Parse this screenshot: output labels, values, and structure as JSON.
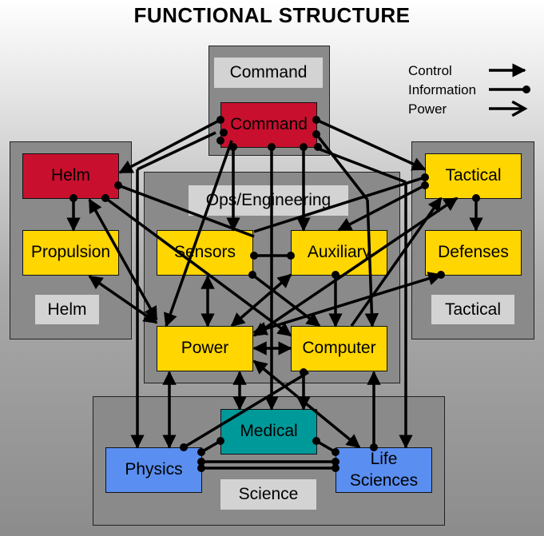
{
  "title": "FUNCTIONAL STRUCTURE",
  "groups": {
    "command": "Command",
    "helm": "Helm",
    "tactical": "Tactical",
    "ops": "Ops/Engineering",
    "science": "Science"
  },
  "nodes": {
    "command": "Command",
    "helm": "Helm",
    "propulsion": "Propulsion",
    "sensors": "Sensors",
    "auxiliary": "Auxiliary",
    "tactical": "Tactical",
    "defenses": "Defenses",
    "power": "Power",
    "computer": "Computer",
    "medical": "Medical",
    "physics": "Physics",
    "life_sciences": "Life\nSciences"
  },
  "legend": {
    "control": "Control",
    "information": "Information",
    "power": "Power"
  },
  "colors": {
    "group_bg": "#8a8a8a",
    "label_bg": "#d3d3d3",
    "yellow": "#ffd600",
    "red": "#c8102e",
    "teal": "#009999",
    "blue": "#5a8ef0"
  }
}
